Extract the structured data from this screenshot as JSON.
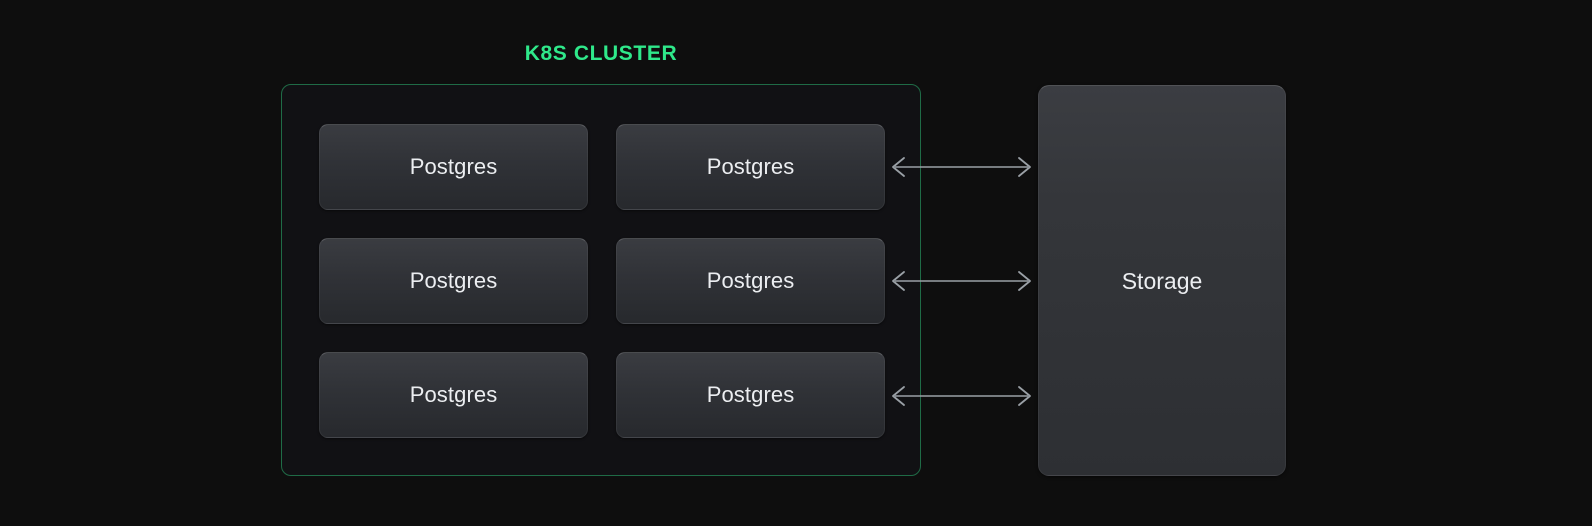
{
  "diagram": {
    "background_color": "#0e0e0e",
    "title": "K8S CLUSTER",
    "title_color": "#2fe88a",
    "cluster_border_color": "#1f6b46",
    "node_label_color": "#eceef1",
    "arrow_color": "#9aa0a6"
  },
  "cluster": {
    "title": "K8S CLUSTER",
    "nodes": [
      {
        "label": "Postgres"
      },
      {
        "label": "Postgres"
      },
      {
        "label": "Postgres"
      },
      {
        "label": "Postgres"
      },
      {
        "label": "Postgres"
      },
      {
        "label": "Postgres"
      }
    ]
  },
  "storage": {
    "label": "Storage"
  },
  "connections": [
    {
      "label": "",
      "direction": "bidirectional",
      "from": "Postgres",
      "to": "Storage"
    },
    {
      "label": "",
      "direction": "bidirectional",
      "from": "Postgres",
      "to": "Storage"
    },
    {
      "label": "",
      "direction": "bidirectional",
      "from": "Postgres",
      "to": "Storage"
    }
  ]
}
